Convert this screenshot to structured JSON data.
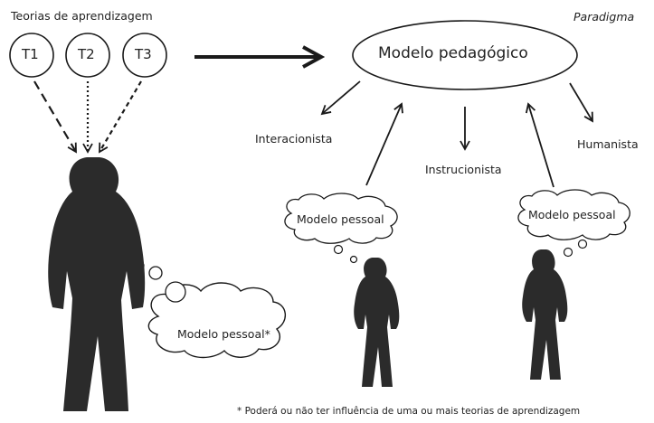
{
  "theories_title": "Teorias de aprendizagem",
  "paradigm_label": "Paradigma",
  "central_model": "Modelo pedagógico",
  "theories": [
    "T1",
    "T2",
    "T3"
  ],
  "outcomes": {
    "interactionist": "Interacionista",
    "instructional": "Instrucionista",
    "humanist": "Humanista"
  },
  "personal_model_large": "Modelo pessoal*",
  "personal_model_mid": "Modelo pessoal",
  "personal_model_right": "Modelo pessoal",
  "footnote": "* Poderá ou não ter influência de uma ou mais teorias de aprendizagem",
  "colors": {
    "ink": "#1a1a1a",
    "silhouette": "#2b2b2b"
  }
}
